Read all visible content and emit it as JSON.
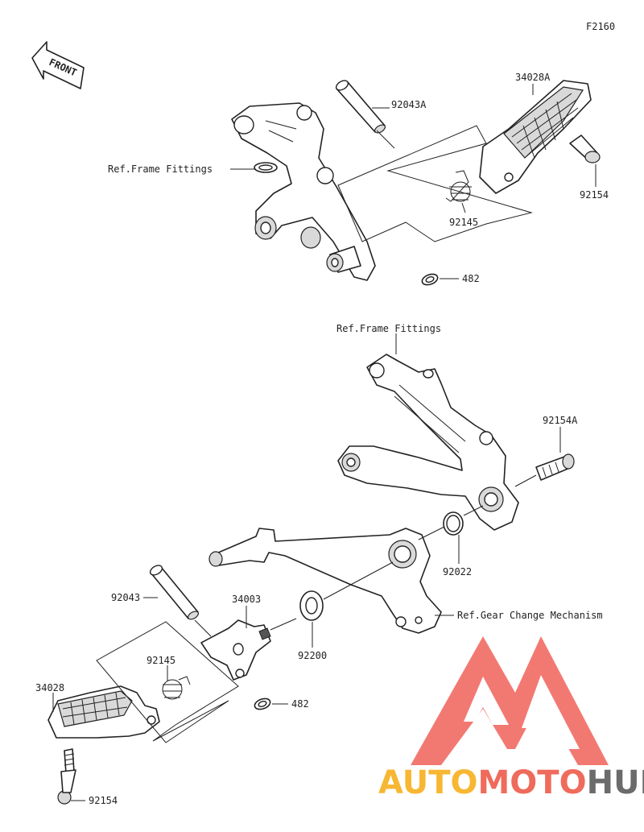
{
  "figure_code": "F2160",
  "front_label": "FRONT",
  "labels": {
    "ref_frame_top": "Ref.Frame Fittings",
    "ref_frame_mid": "Ref.Frame Fittings",
    "ref_gear": "Ref.Gear Change Mechanism",
    "p92043A": "92043A",
    "p34028A": "34028A",
    "p92154_top": "92154",
    "p92145_top": "92145",
    "p482_top": "482",
    "p92154A": "92154A",
    "p92022": "92022",
    "p92043": "92043",
    "p34003": "34003",
    "p92200": "92200",
    "p92145_bot": "92145",
    "p34028": "34028",
    "p482_bot": "482",
    "p92154_bot": "92154"
  },
  "watermark": {
    "part1": "AUTO",
    "part2": "MOTO",
    "part3": "HUB",
    "colors": {
      "auto": "#f7b733",
      "moto": "#ef6b5b",
      "hub": "#6b6b6b",
      "logo": "#f0625a"
    }
  }
}
